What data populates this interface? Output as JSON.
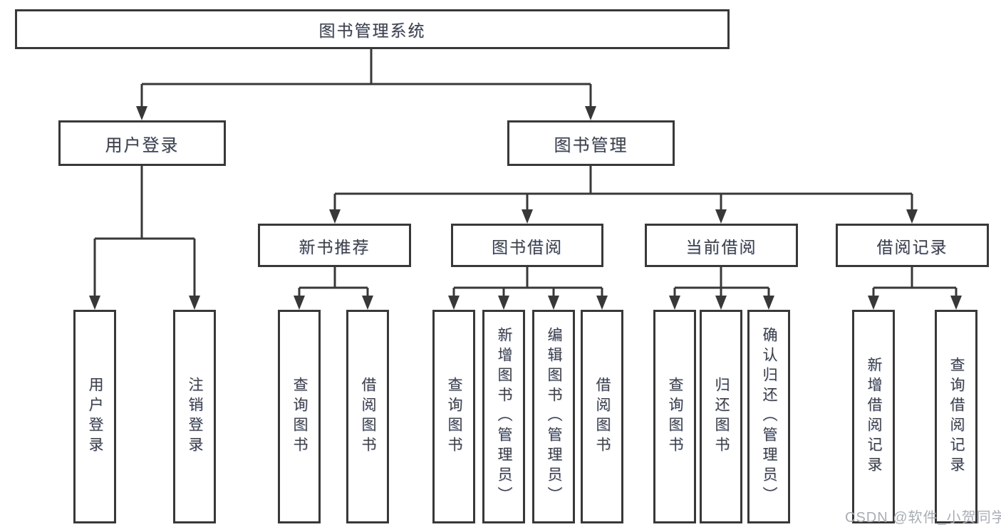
{
  "diagram": {
    "root": {
      "label": "图书管理系统"
    },
    "branches": [
      {
        "label": "用户登录",
        "children": [
          {
            "label": "用户登录"
          },
          {
            "label": "注销登录"
          }
        ]
      },
      {
        "label": "图书管理",
        "children": [
          {
            "label": "新书推荐",
            "children": [
              {
                "label": "查询图书"
              },
              {
                "label": "借阅图书"
              }
            ]
          },
          {
            "label": "图书借阅",
            "children": [
              {
                "label": "查询图书"
              },
              {
                "label": "新增图书（管理员）"
              },
              {
                "label": "编辑图书（管理员）"
              },
              {
                "label": "借阅图书"
              }
            ]
          },
          {
            "label": "当前借阅",
            "children": [
              {
                "label": "查询图书"
              },
              {
                "label": "归还图书"
              },
              {
                "label": "确认归还（管理员）"
              }
            ]
          },
          {
            "label": "借阅记录",
            "children": [
              {
                "label": "新增借阅记录"
              },
              {
                "label": "查询借阅记录"
              }
            ]
          }
        ]
      }
    ]
  },
  "watermark": {
    "text": "CSDN @软件_小贺同学"
  },
  "colors": {
    "line": "#383838",
    "text": "#3e3f45",
    "background": "#ffffff",
    "watermark": "#a8adb4"
  }
}
